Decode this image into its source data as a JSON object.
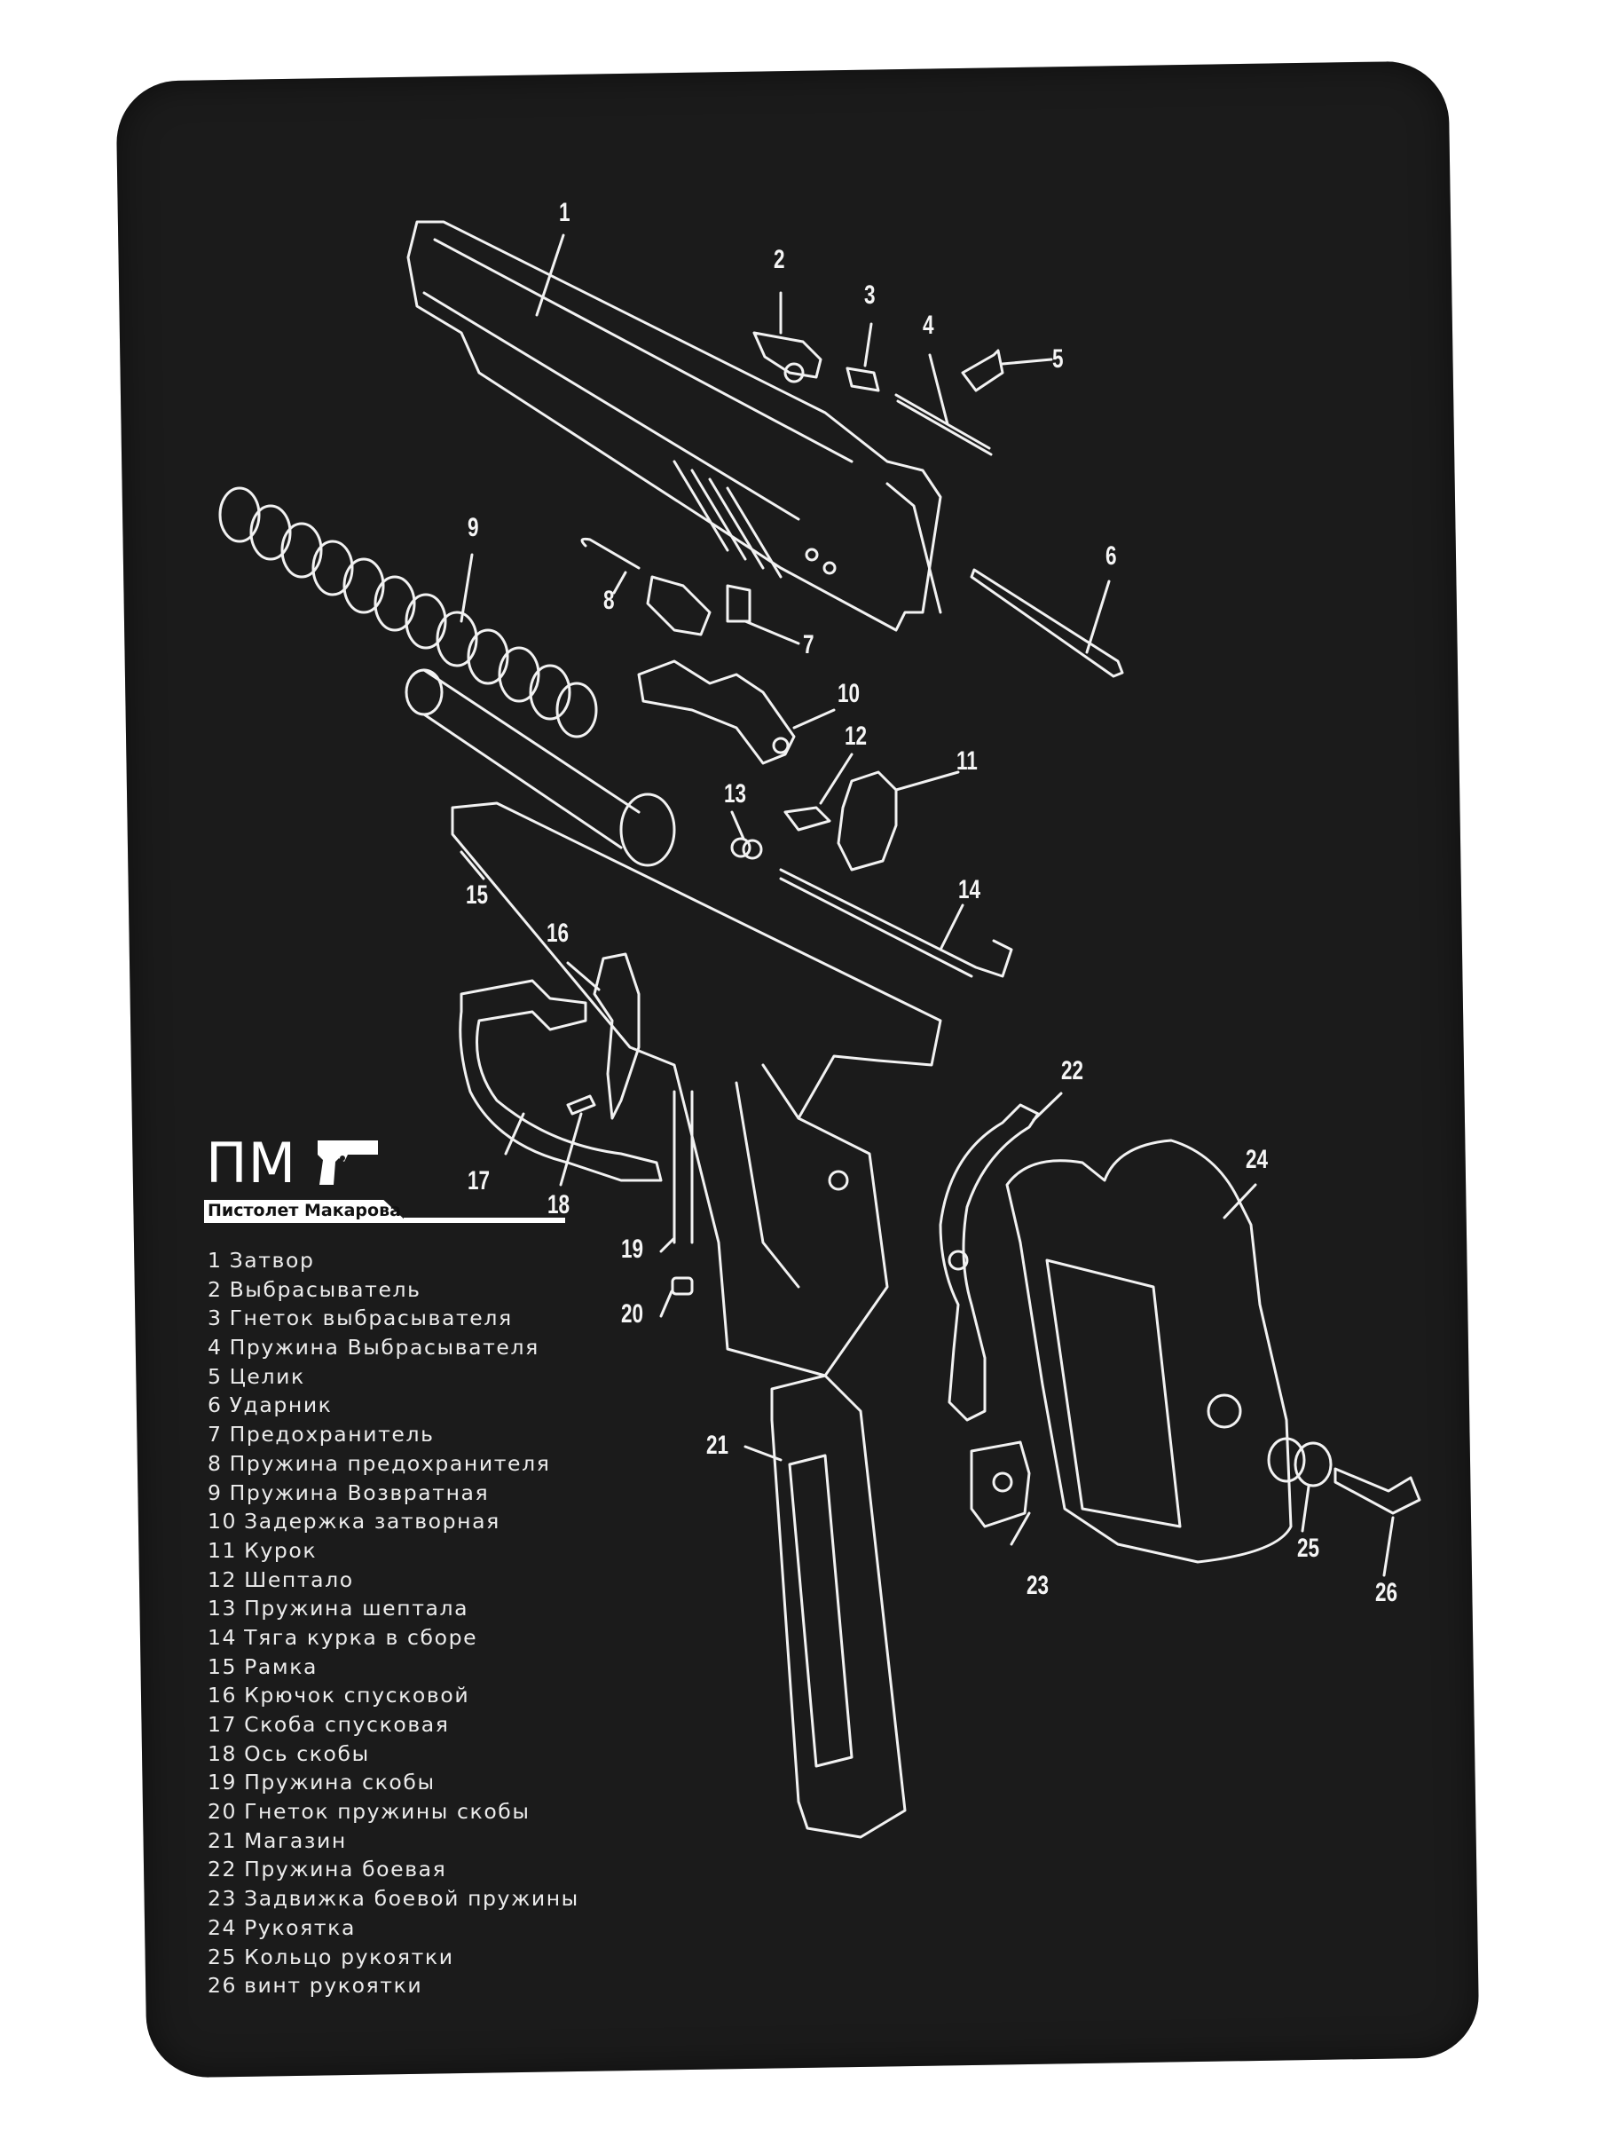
{
  "brand": {
    "title": "ПМ",
    "subtitle": "Пистолет Макарова",
    "logo_icon": "pistol-silhouette-icon"
  },
  "colors": {
    "mat": "#1b1b1b",
    "lines": "#f2f2f2",
    "background": "#ffffff"
  },
  "callouts": [
    "1",
    "2",
    "3",
    "4",
    "5",
    "6",
    "7",
    "8",
    "9",
    "10",
    "11",
    "12",
    "13",
    "14",
    "15",
    "16",
    "17",
    "18",
    "19",
    "20",
    "21",
    "22",
    "23",
    "24",
    "25",
    "26"
  ],
  "legend": [
    {
      "num": "1",
      "label": "Затвор"
    },
    {
      "num": "2",
      "label": "Выбрасыватель"
    },
    {
      "num": "3",
      "label": "Гнеток выбрасывателя"
    },
    {
      "num": "4",
      "label": "Пружина Выбрасывателя"
    },
    {
      "num": "5",
      "label": "Целик"
    },
    {
      "num": "6",
      "label": "Ударник"
    },
    {
      "num": "7",
      "label": "Предохранитель"
    },
    {
      "num": "8",
      "label": "Пружина предохранителя"
    },
    {
      "num": "9",
      "label": "Пружина Возвратная"
    },
    {
      "num": "10",
      "label": "Задержка затворная"
    },
    {
      "num": "11",
      "label": "Курок"
    },
    {
      "num": "12",
      "label": "Шептало"
    },
    {
      "num": "13",
      "label": "Пружина шептала"
    },
    {
      "num": "14",
      "label": "Тяга курка в сборе"
    },
    {
      "num": "15",
      "label": "Рамка"
    },
    {
      "num": "16",
      "label": "Крючок спусковой"
    },
    {
      "num": "17",
      "label": "Скоба спусковая"
    },
    {
      "num": "18",
      "label": "Ось скобы"
    },
    {
      "num": "19",
      "label": "Пружина скобы"
    },
    {
      "num": "20",
      "label": "Гнеток пружины скобы"
    },
    {
      "num": "21",
      "label": "Магазин"
    },
    {
      "num": "22",
      "label": "Пружина боевая"
    },
    {
      "num": "23",
      "label": "Задвижка боевой пружины"
    },
    {
      "num": "24",
      "label": "Рукоятка"
    },
    {
      "num": "25",
      "label": "Кольцо рукоятки"
    },
    {
      "num": "26",
      "label": "винт рукоятки"
    }
  ]
}
